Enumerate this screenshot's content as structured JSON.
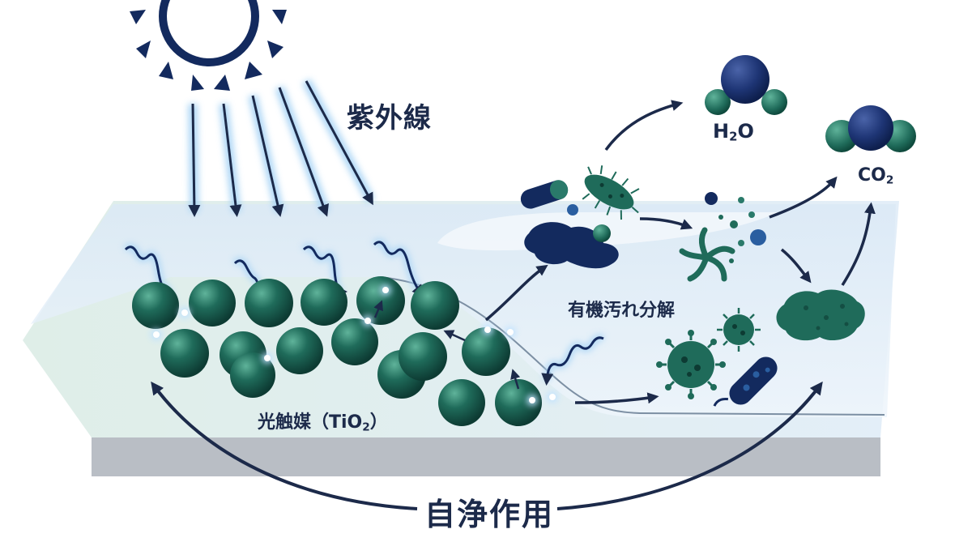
{
  "labels": {
    "uv": "紫外線",
    "organic_decomposition": "有機汚れ分解",
    "photocatalyst_prefix": "光触媒（TiO",
    "photocatalyst_sub": "2",
    "photocatalyst_suffix": "）",
    "self_cleaning": "自浄作用",
    "water_prefix": "H",
    "water_sub": "2",
    "water_suffix": "O",
    "co2_prefix": "CO",
    "co2_sub": "2"
  },
  "colors": {
    "navy": "#1c2a4a",
    "dark_navy": "#132a5e",
    "sphere_green": "#1f6b5a",
    "teal": "#2a7a6a",
    "glow_blue": "#a9d4f5",
    "slab_front": "#b7bcc3",
    "slab_top": "#dbeaf3",
    "film": "#e3eef8"
  },
  "icons": {
    "sun": "sun-icon",
    "water_molecule": "water-molecule-icon",
    "co2_molecule": "co2-molecule-icon",
    "bacteria": "bacteria-icon",
    "virus": "virus-icon"
  }
}
